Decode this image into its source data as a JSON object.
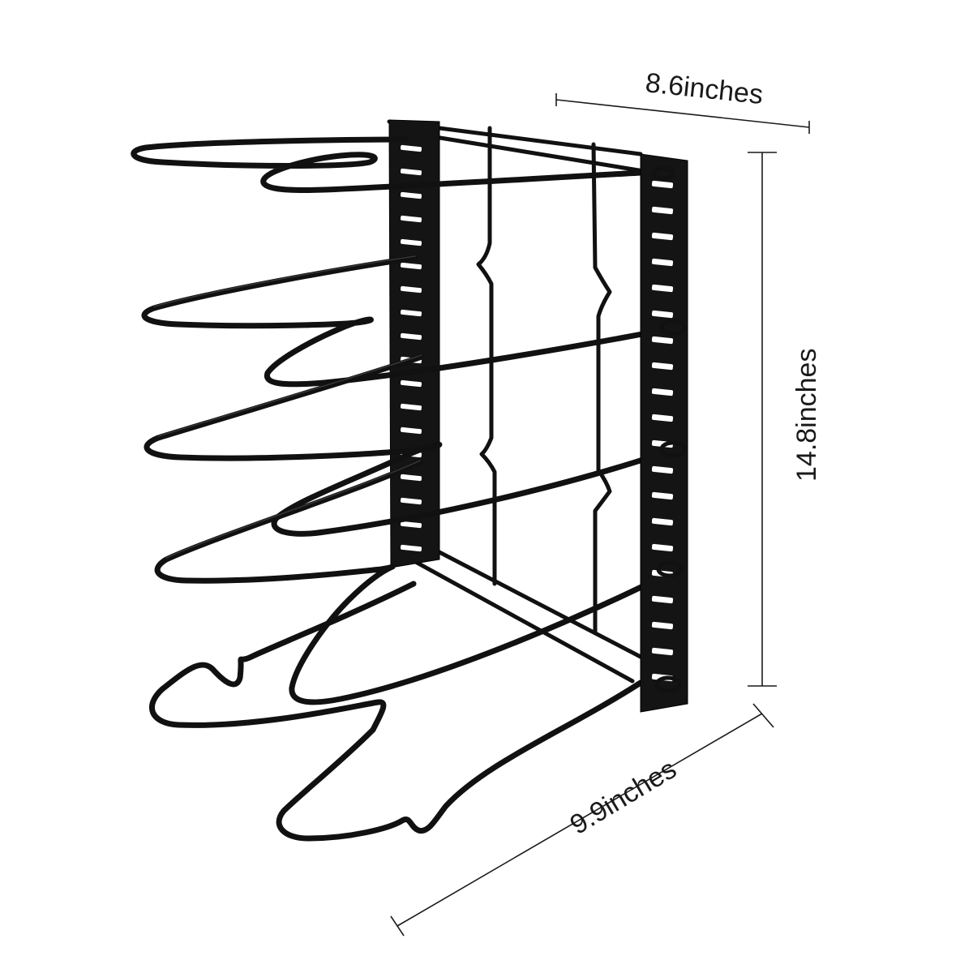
{
  "dimensions": {
    "width_label": "8.6inches",
    "height_label": "14.8inches",
    "depth_label": "9.9inches"
  },
  "colors": {
    "metal": "#111111",
    "background": "#ffffff",
    "text": "#1a1a1a"
  },
  "product": {
    "tiers": 5
  }
}
